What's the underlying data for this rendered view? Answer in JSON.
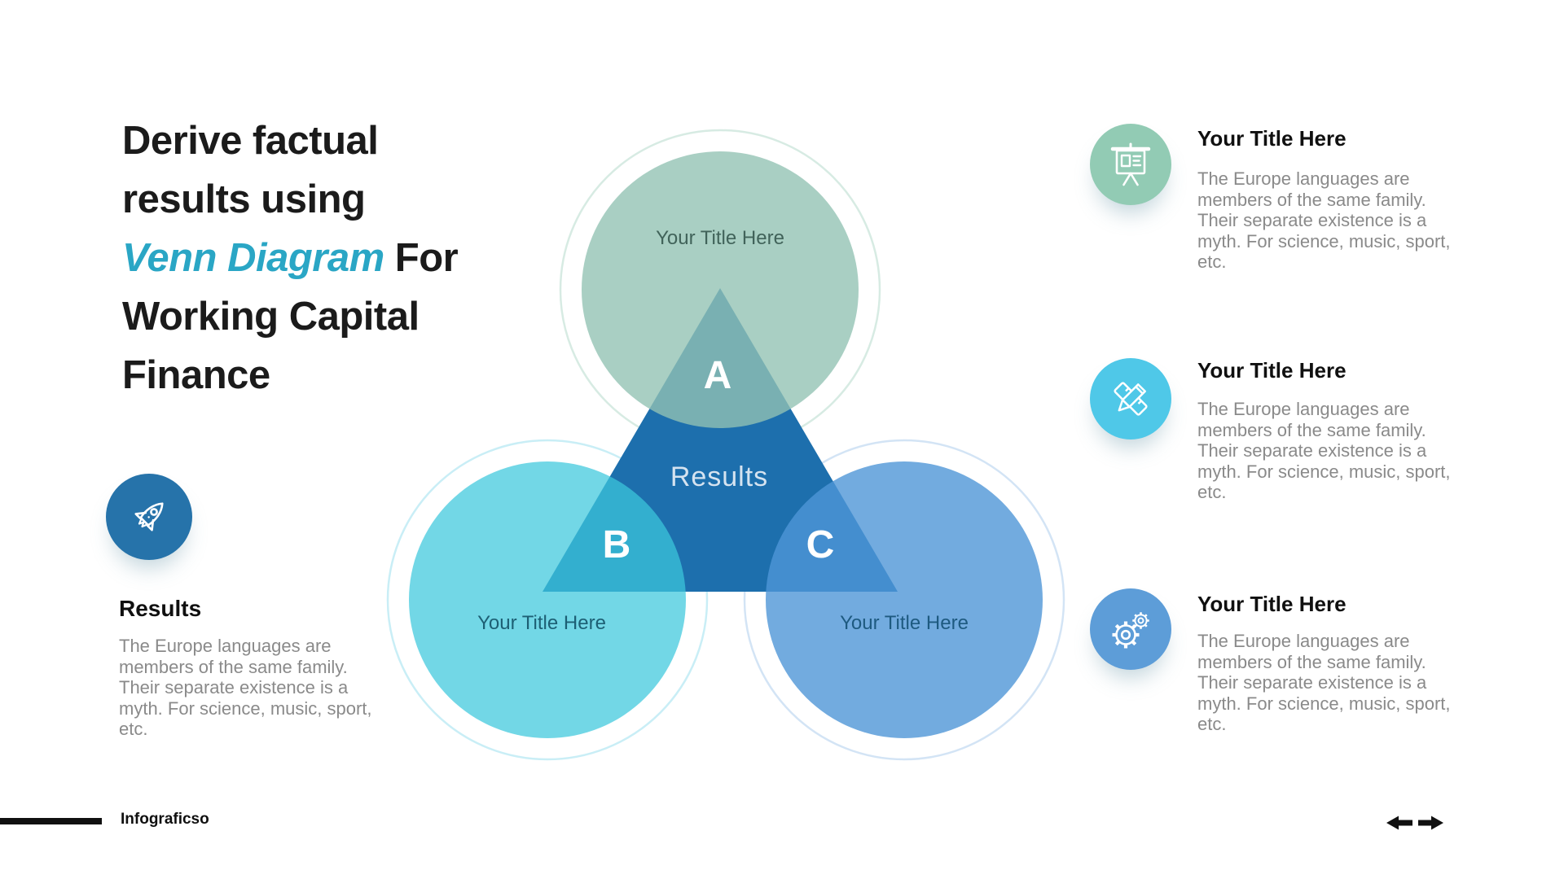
{
  "heading": {
    "line1": "Derive factual",
    "line2": "results using",
    "accent": "Venn Diagram",
    "line3_rest": " For",
    "line4": "Working Capital",
    "line5": "Finance",
    "accent_color": "#2aa6c5",
    "text_color": "#1b1b1b"
  },
  "left_feature": {
    "icon": "rocket-icon",
    "icon_bg": "#2673aa",
    "title": "Results",
    "body": "The Europe languages are members of the same family. Their separate existence is a myth. For science, music, sport, etc."
  },
  "venn": {
    "center_label": "Results",
    "colors": {
      "triangle": "#1d6fad",
      "circle_a_solid": "#a9cfc3",
      "circle_b_solid": "#72d7e5",
      "circle_c_solid": "#72abdf",
      "ring_a": "#d7ebe3",
      "ring_b": "#c9eef6",
      "ring_c": "#d3e4f5"
    },
    "nodes": [
      {
        "id": "A",
        "label": "Your Title Here",
        "label_color": "#41635a"
      },
      {
        "id": "B",
        "label": "Your Title Here",
        "label_color": "#1d5f74"
      },
      {
        "id": "C",
        "label": "Your Title Here",
        "label_color": "#1e5a80"
      }
    ]
  },
  "right_features": [
    {
      "icon": "presentation-board-icon",
      "icon_bg": "#92cbb4",
      "title": "Your Title Here",
      "body": "The Europe languages are members of the same family. Their separate existence is a myth. For science, music, sport, etc."
    },
    {
      "icon": "pencil-ruler-icon",
      "icon_bg": "#4fc8e8",
      "title": "Your Title Here",
      "body": "The Europe languages are members of the same family. Their separate existence is a myth. For science, music, sport, etc."
    },
    {
      "icon": "gears-icon",
      "icon_bg": "#5d9dd8",
      "title": "Your Title Here",
      "body": "The Europe languages are members of the same family. Their separate existence is a myth. For science, music, sport, etc."
    }
  ],
  "footer": {
    "brand": "Infograficso"
  },
  "nav": {
    "prev_icon": "left-arrow-icon",
    "next_icon": "right-arrow-icon",
    "arrow_color": "#101010"
  }
}
